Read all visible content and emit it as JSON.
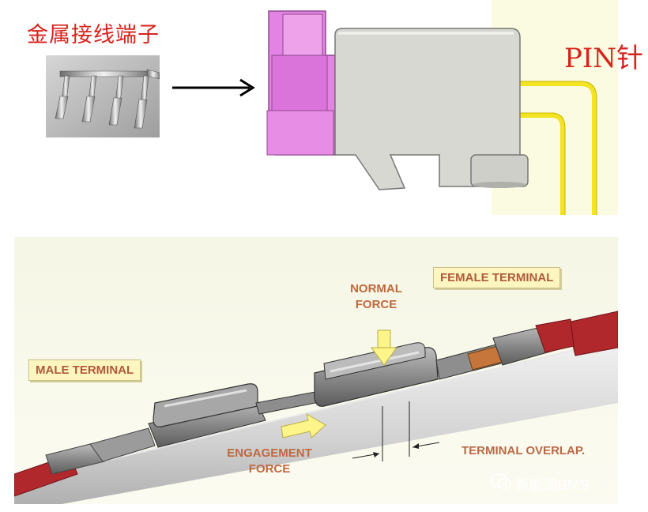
{
  "top": {
    "title": "金属接线端子",
    "pin_label": "PIN针"
  },
  "bottom": {
    "male_terminal": "MALE TERMINAL",
    "female_terminal": "FEMALE TERMINAL",
    "normal_force_line1": "NORMAL",
    "normal_force_line2": "FORCE",
    "engagement_force_line1": "ENGAGEMENT",
    "engagement_force_line2": "FORCE",
    "terminal_overlap": "TERMINAL OVERLAP."
  },
  "watermark": "新能源BMS",
  "colors": {
    "title_red": "#d8221c",
    "connector_pink": "#e07ee0",
    "connector_gray": "#d9d9d4",
    "pin_yellow": "#f7ea2a",
    "panel_bg": "#fbfbe8",
    "wire_red": "#b3262a",
    "arrow_yellow": "#fdf48a"
  },
  "icons": [
    "right-arrow-icon",
    "wechat-icon",
    "normal-force-arrow-icon",
    "engagement-force-arrow-icon"
  ]
}
